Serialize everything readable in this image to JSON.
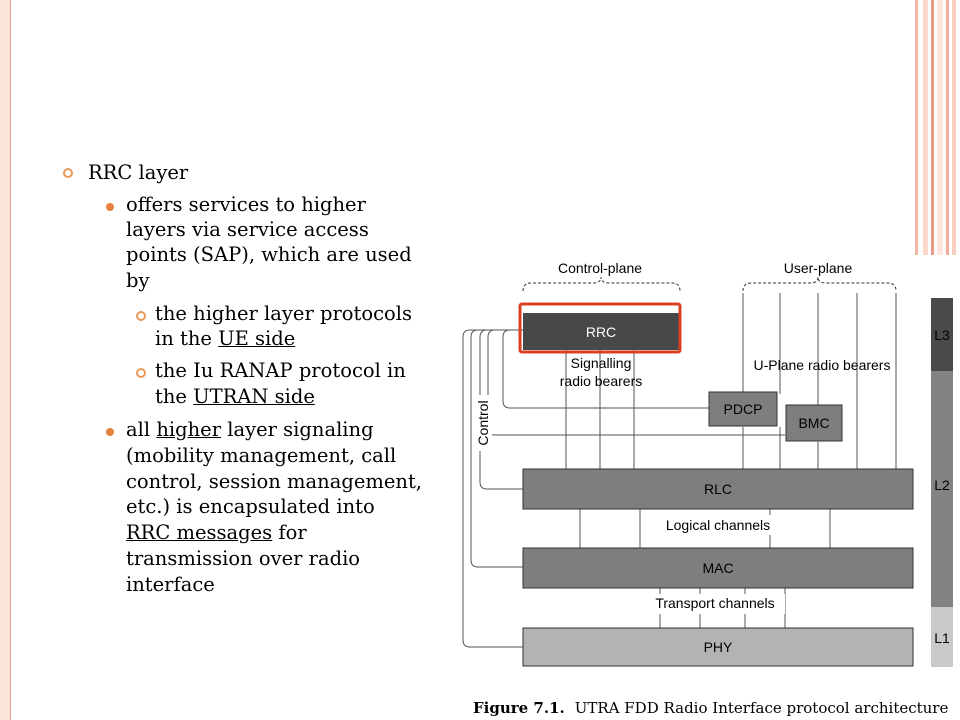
{
  "slide": {
    "bullets": {
      "level1": "RRC layer",
      "item1": {
        "lines": [
          "offers services to higher",
          "layers via service access",
          "points (SAP), which are used",
          "by"
        ],
        "sub1": {
          "line1": "the higher layer protocols",
          "line2_prefix": "in the ",
          "line2_link": "UE side"
        },
        "sub2": {
          "line1": "the Iu RANAP protocol in",
          "line2_prefix": "the ",
          "line2_link": "UTRAN side"
        }
      },
      "item2": {
        "line1_prefix": "all ",
        "line1_link": "higher",
        "line1_suffix": " layer signaling",
        "line2": "(mobility management, call",
        "line3": "control, session management,",
        "line4": "etc.) is encapsulated into",
        "line5_link": "RRC messages",
        "line5_suffix": " for",
        "line6": "transmission over radio",
        "line7": "interface"
      }
    }
  },
  "figure": {
    "labels": {
      "control_plane": "Control-plane",
      "user_plane": "User-plane",
      "rrc": "RRC",
      "signalling_1": "Signalling",
      "signalling_2": "radio bearers",
      "uplane_bearers": "U-Plane radio bearers",
      "pdcp": "PDCP",
      "bmc": "BMC",
      "control": "Control",
      "rlc": "RLC",
      "logical": "Logical channels",
      "mac": "MAC",
      "transport": "Transport channels",
      "phy": "PHY",
      "l3": "L3",
      "l2": "L2",
      "l1": "L1"
    },
    "caption_bold": "Figure 7.1.",
    "caption_text": "UTRA FDD Radio Interface protocol architecture",
    "colors": {
      "rrc": "#484848",
      "highlight": "#d9411e",
      "box": "#8a8a8a",
      "phy": "#b3b3b3"
    }
  }
}
